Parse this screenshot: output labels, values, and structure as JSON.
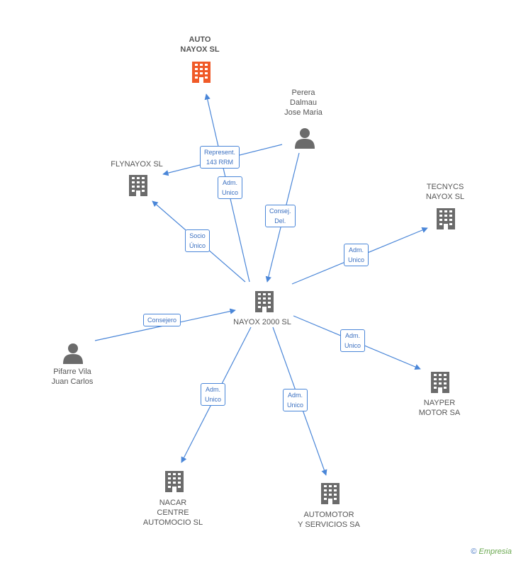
{
  "nodes": {
    "auto": {
      "lines": [
        "AUTO",
        "NAYOX SL"
      ],
      "kind": "company",
      "color": "#f05a28"
    },
    "perera": {
      "lines": [
        "Perera",
        "Dalmau",
        "Jose Maria"
      ],
      "kind": "person"
    },
    "flynayox": {
      "lines": [
        "FLYNAYOX SL"
      ],
      "kind": "company"
    },
    "tecnycs": {
      "lines": [
        "TECNYCS",
        "NAYOX SL"
      ],
      "kind": "company"
    },
    "nayox2000": {
      "lines": [
        "NAYOX 2000 SL"
      ],
      "kind": "company"
    },
    "pifarre": {
      "lines": [
        "Pifarre Vila",
        "Juan Carlos"
      ],
      "kind": "person"
    },
    "nayper": {
      "lines": [
        "NAYPER",
        "MOTOR SA"
      ],
      "kind": "company"
    },
    "nacar": {
      "lines": [
        "NACAR",
        "CENTRE",
        "AUTOMOCIO SL"
      ],
      "kind": "company"
    },
    "automotor": {
      "lines": [
        "AUTOMOTOR",
        "Y SERVICIOS SA"
      ],
      "kind": "company"
    }
  },
  "edges": {
    "represent": {
      "lines": [
        "Represent.",
        "143 RRM"
      ]
    },
    "adm_auto": {
      "lines": [
        "Adm.",
        "Unico"
      ]
    },
    "consej_del": {
      "lines": [
        "Consej.",
        "Del."
      ]
    },
    "socio": {
      "lines": [
        "Socio",
        "Único"
      ]
    },
    "adm_tecnycs": {
      "lines": [
        "Adm.",
        "Unico"
      ]
    },
    "consejero": {
      "lines": [
        "Consejero"
      ]
    },
    "adm_nayper": {
      "lines": [
        "Adm.",
        "Unico"
      ]
    },
    "adm_nacar": {
      "lines": [
        "Adm.",
        "Unico"
      ]
    },
    "adm_automotor": {
      "lines": [
        "Adm.",
        "Unico"
      ]
    }
  },
  "colors": {
    "edge": "#4a86d8",
    "icon": "#6b6b6b",
    "highlight": "#f05a28"
  },
  "footer": {
    "copyright": "©",
    "brand": "Empresia"
  }
}
